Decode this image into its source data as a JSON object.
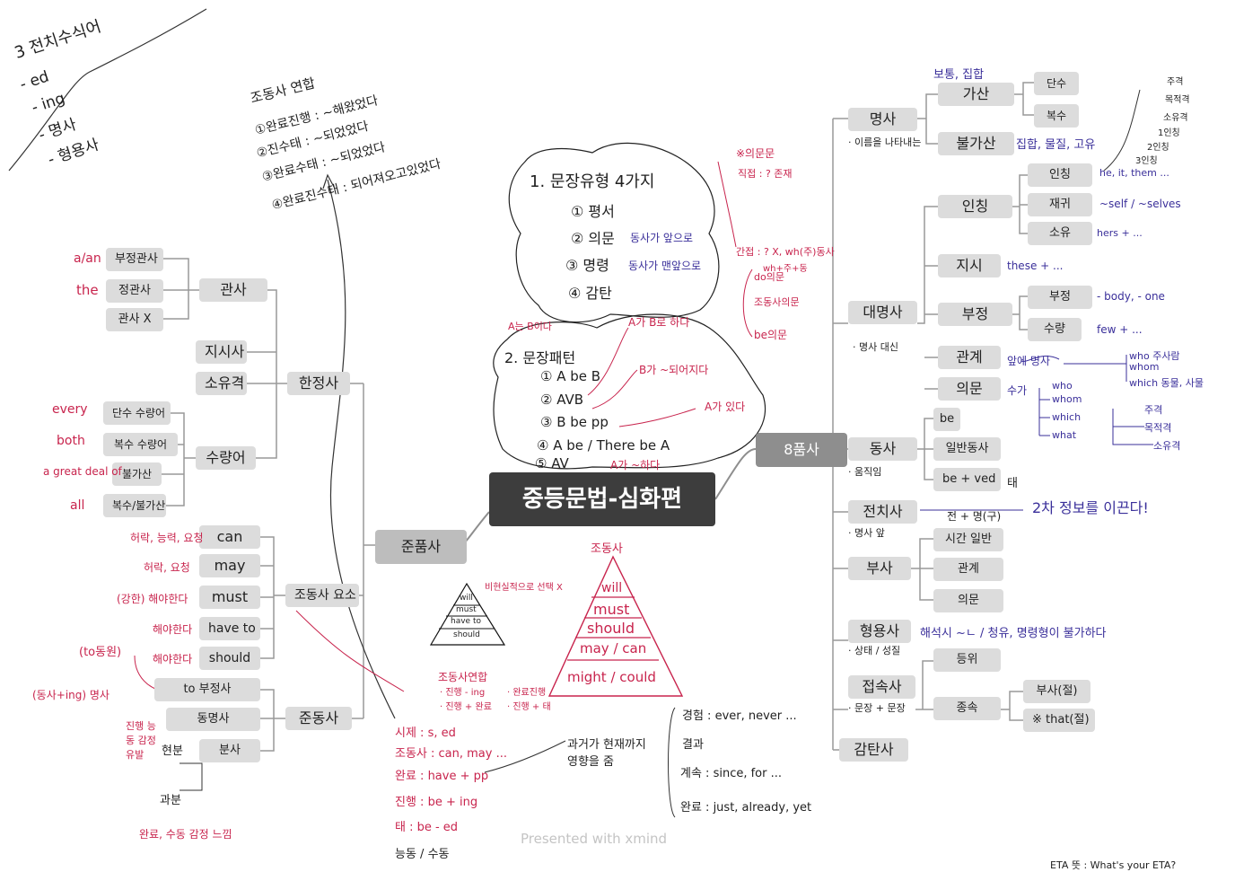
{
  "central_title": "중등문법-심화편",
  "branches": {
    "left_branch": "준품사",
    "right_branch": "8품사"
  },
  "footer_text": "Presented with xmind",
  "corner_note": {
    "title": "3 전치수식어",
    "items": [
      "- ed",
      "- ing",
      "- 명사",
      "- 형용사"
    ]
  },
  "modal_combos": {
    "title": "조동사 연합",
    "items": [
      "①완료진행 : ~해왔었다",
      "②진수태 : ~되었었다",
      "③완료수태 : ~되었었다",
      "④완료진수태 : 되어져오고있었다"
    ]
  },
  "left": {
    "articles": {
      "label": "관사",
      "items": [
        "부정관사",
        "정관사",
        "관사 X"
      ],
      "notes": [
        "a/an",
        "the"
      ]
    },
    "determiners": {
      "label": "한정사",
      "items": [
        "지시사",
        "소유격",
        "수량어"
      ]
    },
    "quantifiers": {
      "items": [
        "단수 수량어",
        "복수 수량어",
        "불가산",
        "복수/불가산"
      ],
      "notes": [
        "every",
        "both",
        "a great deal of",
        "all"
      ]
    },
    "modals": {
      "label": "조동사 요소",
      "items": [
        "can",
        "may",
        "must",
        "have to",
        "should"
      ],
      "notes": [
        "허락, 능력, 요청",
        "허락, 요청",
        "(강한) 해야한다",
        "해야한다",
        "해야한다"
      ]
    },
    "verbals": {
      "label": "준동사",
      "items": [
        "to 부정사",
        "동명사",
        "분사"
      ],
      "notes": [
        "(to동원)",
        "(동사+ing) 명사",
        "현분",
        "과분",
        "진행 능동 감정유발",
        "완료, 수동 감정 느낌"
      ]
    }
  },
  "center": {
    "sentence_types": {
      "title": "1. 문장유형 4가지",
      "items": [
        "① 평서",
        "② 의문",
        "③ 명령",
        "④ 감탄"
      ],
      "notes": [
        "동사가 앞으로",
        "동사가 맨앞으로"
      ]
    },
    "sentence_patterns": {
      "title": "2. 문장패턴",
      "items": [
        "① A be B",
        "② AVB",
        "③ B be pp",
        "④ A be / There be A",
        "⑤ AV"
      ],
      "notes": [
        "A는 B이다",
        "A가 B로 하다",
        "B가 ~되어지다",
        "A가 있다",
        "A가 ~하다"
      ]
    },
    "question_notes": [
      "※의문문",
      "직접 : ? 존재",
      "간접 : ? X, wh(주)동사",
      "wh+주+동",
      "do의문",
      "조동사의문",
      "be의문"
    ],
    "pyramid_small": [
      "will",
      "must",
      "have to",
      "should"
    ],
    "pyramid_small_note": "비현실적으로 선택 X",
    "pyramid_title": "조동사",
    "pyramid_large": [
      "will",
      "must",
      "should",
      "may / can",
      "might / could"
    ],
    "modal_combo_note": [
      "조동사연합",
      "· 진행 - ing",
      "· 진행 + 완료",
      "· 완료진행",
      "· 진행 + 태"
    ],
    "tenses": {
      "items": [
        "시제 : s, ed",
        "조동사 : can, may ...",
        "완료 : have + pp",
        "진행 : be + ing",
        "태 : be - ed",
        "능동 / 수동"
      ],
      "link_note": "과거가 현재까지 영향을 줌",
      "perfect_uses": [
        "경험 : ever, never ...",
        "결과",
        "계속 : since, for ...",
        "완료 : just, already, yet"
      ]
    }
  },
  "right": {
    "noun": {
      "label": "명사",
      "sub": "· 이름을 나타내는",
      "children": [
        "가산",
        "불가산"
      ],
      "notes": [
        "보통, 집합",
        "집합, 물질, 고유"
      ],
      "countable": [
        "단수",
        "복수"
      ]
    },
    "pronoun": {
      "label": "대명사",
      "sub": "· 명사 대신",
      "children": [
        "인칭",
        "지시",
        "부정",
        "관계",
        "의문"
      ],
      "personal": [
        "인칭",
        "재귀",
        "소유"
      ],
      "personal_notes": [
        "he, it, them ...",
        "~self / ~selves",
        "hers + ...",
        "주격",
        "목적격",
        "소유격",
        "1인칭",
        "2인칭",
        "3인칭"
      ],
      "demonstrative_note": "these + ...",
      "indefinite": [
        "부정",
        "수량"
      ],
      "indefinite_notes": [
        "- body, - one",
        "few + ..."
      ],
      "relative_note": "앞에 명사",
      "relative_words": [
        "who 주사람",
        "whom",
        "which 동물, 사물"
      ],
      "interrogative_note": "수가",
      "interrogative_words": [
        "who",
        "whom",
        "which",
        "what"
      ],
      "case_words": [
        "주격",
        "목적격",
        "소유격"
      ]
    },
    "verb": {
      "label": "동사",
      "sub": "· 움직임",
      "children": [
        "be",
        "일반동사",
        "be + ved"
      ],
      "note": "태"
    },
    "preposition": {
      "label": "전치사",
      "sub": "· 명사 앞",
      "note": "2차 정보를 이끈다!",
      "note2": "전 + 명(구)"
    },
    "adverb": {
      "label": "부사",
      "children": [
        "시간 일반",
        "관계",
        "의문"
      ]
    },
    "adjective": {
      "label": "형용사",
      "sub": "· 상태 / 성질",
      "note": "해석시 ~ㄴ / 청유, 명령형이 불가하다"
    },
    "conjunction": {
      "label": "접속사",
      "sub": "· 문장 + 문장",
      "children": [
        "등위",
        "종속"
      ],
      "subordinate": [
        "부사(절)",
        "※ that(절)"
      ]
    },
    "interjection": {
      "label": "감탄사"
    }
  },
  "bottom_right": "ETA 뜻 : What's your ETA?"
}
